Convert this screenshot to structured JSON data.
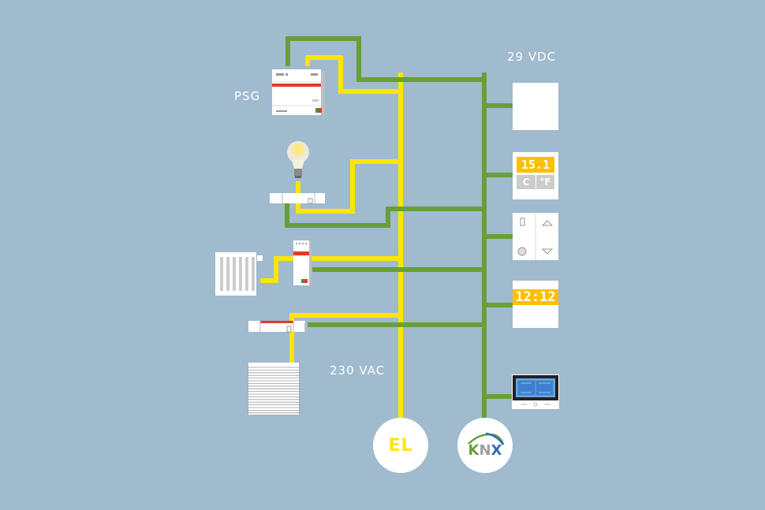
{
  "labels": {
    "psg": "PSG",
    "dc_voltage": "29 VDC",
    "ac_voltage": "230 VAC"
  },
  "circles": {
    "el": "EL",
    "knx": "KNX"
  },
  "devices": {
    "thermostat": {
      "temperature": "15.1",
      "unit_c": "C",
      "unit_f": "°F"
    },
    "timer": {
      "time": "12:12"
    }
  },
  "colors": {
    "background": "#a0bace",
    "power_line": "#ffe600",
    "bus_line": "#689f38",
    "display": "#fcc000",
    "accent_red": "#e53925"
  },
  "components": [
    "power-supply-psg",
    "light-bulb",
    "switch-actuator",
    "heating-actuator",
    "radiator",
    "blind-actuator",
    "blind",
    "push-button",
    "thermostat",
    "blind-switch",
    "timer-display",
    "touch-panel"
  ]
}
